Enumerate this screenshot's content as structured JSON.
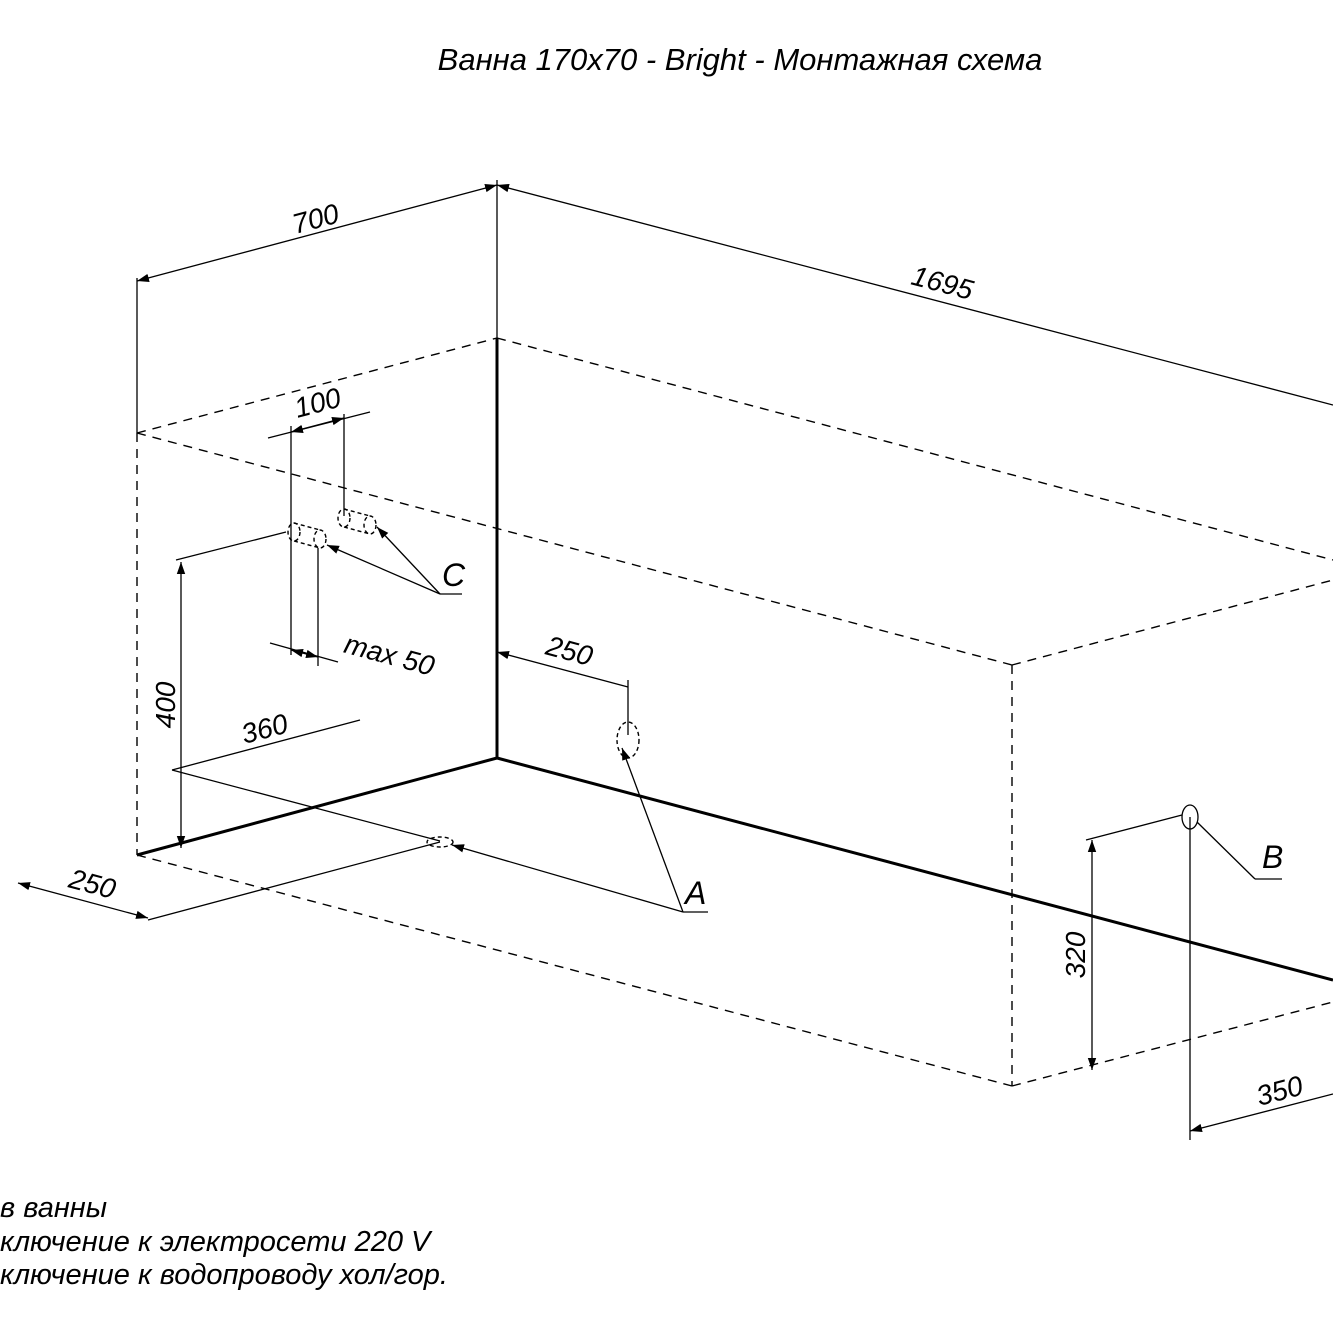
{
  "title": "Ванна 170x70 - Bright - Монтажная схема",
  "dimensions": {
    "width": "700",
    "length": "1695",
    "spacing_c": "100",
    "max_offset": "max 50",
    "height_c": "400",
    "offset_360": "360",
    "offset_a": "250",
    "offset_front": "250",
    "height_b": "320",
    "offset_b": "350"
  },
  "labels": {
    "a": "A",
    "b": "B",
    "c": "C"
  },
  "legend": [
    "в ванны",
    "ключение к электросети 220 V",
    "ключение к водопроводу хол/гор."
  ]
}
